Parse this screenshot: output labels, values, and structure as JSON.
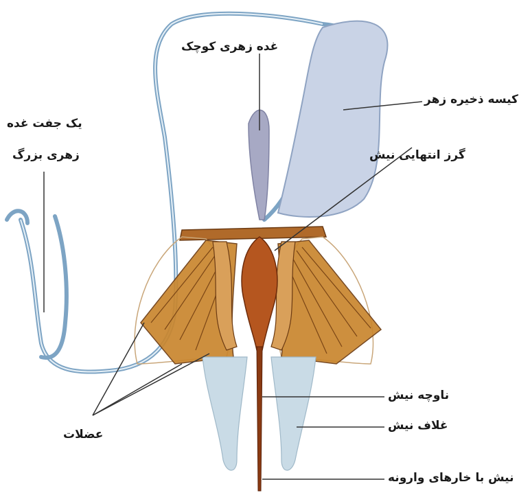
{
  "labels": {
    "small_venom_gland": "غده زهری کوچک",
    "venom_reservoir": "کیسه ذخیره زهر",
    "large_gland_pair_line1": "یک جفت غده",
    "large_gland_pair_line2": "زهری بزرگ",
    "bulb": "گرز انتهایی نیش",
    "muscles": "عضلات",
    "stylet": "ناوچه نیش",
    "sheath": "غلاف نیش",
    "barbed_sting": "نیش با خارهای وارونه"
  },
  "colors": {
    "gland_tube": "#7da4c4",
    "reservoir": "#c9d3e6",
    "muscle": "#c9862e",
    "bulb": "#b5561f",
    "sheath": "#c9dbe6",
    "leader_line": "#333333"
  }
}
